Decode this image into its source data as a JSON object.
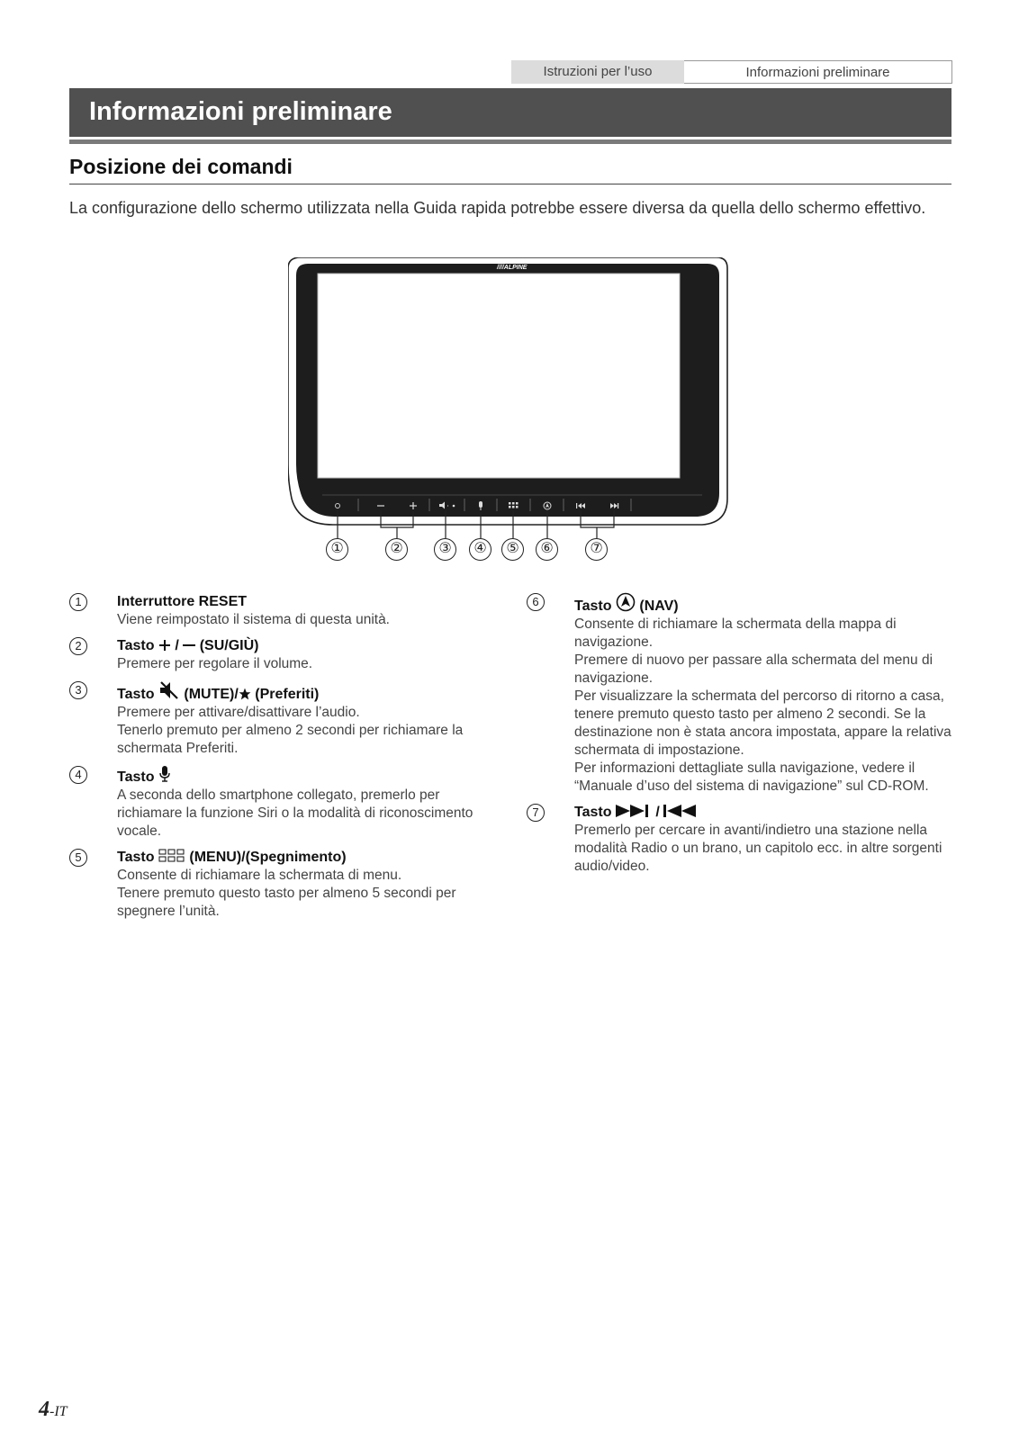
{
  "header": {
    "tabs": [
      {
        "label": "Istruzioni per l’uso"
      },
      {
        "label": "Informazioni preliminare"
      }
    ]
  },
  "banner_title": "Informazioni preliminare",
  "section_title": "Posizione dei comandi",
  "intro": "La configurazione dello schermo utilizzata nella Guida rapida potrebbe essere diversa da quella dello schermo effettivo.",
  "device": {
    "brand": "////ALPINE",
    "callouts": [
      "①",
      "②",
      "③",
      "④",
      "⑤",
      "⑥",
      "⑦"
    ]
  },
  "items": [
    {
      "num": "1",
      "title": "Interruttore RESET",
      "lines": [
        "Viene reimpostato il sistema di questa unità."
      ]
    },
    {
      "num": "2",
      "title_pre": "Tasto ",
      "title_post": " (SU/GIÙ)",
      "lines": [
        "Premere per regolare il volume."
      ]
    },
    {
      "num": "3",
      "title_pre": "Tasto ",
      "title_post": " (MUTE)/",
      "title_post2": " (Preferiti)",
      "lines": [
        "Premere per attivare/disattivare l’audio.",
        "Tenerlo premuto per almeno 2 secondi per richiamare la schermata Preferiti."
      ]
    },
    {
      "num": "4",
      "title_pre": "Tasto ",
      "lines": [
        "A seconda dello smartphone collegato, premerlo per richiamare la funzione Siri o la modalità di riconoscimento vocale."
      ]
    },
    {
      "num": "5",
      "title_pre": "Tasto ",
      "title_post": " (MENU)/(Spegnimento)",
      "lines": [
        "Consente di richiamare la schermata di menu.",
        "Tenere premuto questo tasto per almeno 5 secondi per spegnere l’unità."
      ]
    },
    {
      "num": "6",
      "title_pre": "Tasto ",
      "title_post": " (NAV)",
      "lines": [
        "Consente di richiamare la schermata della mappa di navigazione.",
        "Premere di nuovo per passare alla schermata del menu di navigazione.",
        "Per visualizzare la schermata del percorso di ritorno a casa, tenere premuto questo tasto per almeno 2 secondi. Se la destinazione non è stata ancora impostata, appare la relativa schermata di impostazione.",
        "Per informazioni dettagliate sulla navigazione, vedere il “Manuale d’uso del sistema di navigazione” sul CD-ROM."
      ]
    },
    {
      "num": "7",
      "title_pre": "Tasto ",
      "title_post": " / ",
      "lines": [
        "Premerlo per cercare in avanti/indietro una stazione nella modalità Radio o un brano, un capitolo ecc. in altre sorgenti audio/video."
      ]
    }
  ],
  "footer": {
    "page": "4",
    "suffix": "-IT"
  }
}
